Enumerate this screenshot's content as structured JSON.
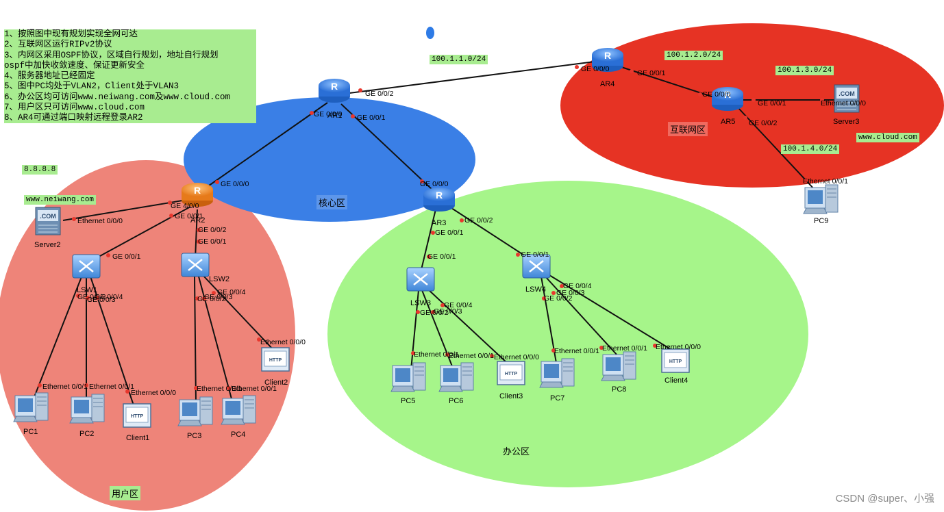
{
  "notes": [
    "1、按照图中现有规划实现全网可达",
    "2、互联网区运行RIPv2协议",
    "3、内网区采用OSPF协议，区域自行规划，地址自行规划",
    "ospf中加快收敛速度、保证更新安全",
    "4、服务器地址已经固定",
    "5、图中PC均处于VLAN2，Client处于VLAN3",
    "6、办公区均可访问www.neiwang.com及www.cloud.com",
    "7、用户区只可访问www.cloud.com",
    "8、AR4可通过端口映射远程登录AR2"
  ],
  "zones": {
    "core": "核心区",
    "internet": "互联网区",
    "office": "办公区",
    "user": "用户区"
  },
  "tags": {
    "net1": "100.1.1.0/24",
    "net2": "100.1.2.0/24",
    "net3": "100.1.3.0/24",
    "net4": "100.1.4.0/24",
    "cloud": "www.cloud.com",
    "dns": "8.8.8.8",
    "neiwang": "www.neiwang.com"
  },
  "devices": {
    "ar1": "AR1",
    "ar2": "AR2",
    "ar3": "AR3",
    "ar4": "AR4",
    "ar5": "AR5",
    "lsw1": "LSW1",
    "lsw2": "LSW2",
    "lsw3": "LSW3",
    "lsw4": "LSW4",
    "server2": "Server2",
    "server3": "Server3",
    "pc1": "PC1",
    "pc2": "PC2",
    "pc3": "PC3",
    "pc4": "PC4",
    "pc5": "PC5",
    "pc6": "PC6",
    "pc7": "PC7",
    "pc8": "PC8",
    "pc9": "PC9",
    "client1": "Client1",
    "client2": "Client2",
    "client3": "Client3",
    "client4": "Client4"
  },
  "ports": {
    "ar1_g002": "GE 0/0/2",
    "ar1_g000": "GE 0/0/0",
    "ar1_g001": "GE 0/0/1",
    "ar2_g000": "GE 0/0/0",
    "ar2_g040": "GE 4/0/0",
    "ar2_g001": "GE 0/0/1",
    "ar2_g002": "GE 0/0/2",
    "ar3_g000": "GE 0/0/0",
    "ar3_g001": "GE 0/0/1",
    "ar3_g002": "GE 0/0/2",
    "ar4_g000": "GE 0/0/0",
    "ar4_g001": "GE 0/0/1",
    "ar5_g000": "GE 0/0/0",
    "ar5_g001": "GE 0/0/1",
    "ar5_g002": "GE 0/0/2",
    "srv3_eth": "Ethernet 0/0/0",
    "pc9_eth": "Ethernet 0/0/1",
    "srv2_eth": "Ethernet 0/0/0",
    "lsw1_g001": "GE 0/0/1",
    "lsw1_g002": "GE 0/0/2",
    "lsw1_g003": "GE 0/0/3",
    "lsw1_g004": "GE 0/0/4",
    "lsw2_g001": "GE 0/0/1",
    "lsw2_g002": "GE 0/0/2",
    "lsw2_g003": "GE 0/0/3",
    "lsw2_g004": "GE 0/0/4",
    "lsw3_g001": "GE 0/0/1",
    "lsw3_g002": "GE 0/0/2",
    "lsw3_g003": "GE 0/0/3",
    "lsw3_g004": "GE 0/0/4",
    "lsw4_g001": "GE 0/0/1",
    "lsw4_g002": "GE 0/0/2",
    "lsw4_g003": "GE 0/0/3",
    "lsw4_g004": "GE 0/0/4",
    "pc1_eth": "Ethernet 0/0/1",
    "pc2_eth": "Ethernet 0/0/1",
    "client1_eth": "Ethernet 0/0/0",
    "pc3_eth": "Ethernet 0/0/1",
    "pc4_eth": "Ethernet 0/0/1",
    "client2_eth": "Ethernet 0/0/0",
    "pc5_eth": "Ethernet 0/0/1",
    "pc6_eth": "Ethernet 0/0/1",
    "client3_eth": "Ethernet 0/0/0",
    "pc7_eth": "Ethernet 0/0/1",
    "pc8_eth": "Ethernet 0/0/1",
    "client4_eth": "Ethernet 0/0/0"
  },
  "watermark": "CSDN @super、小强",
  "colors": {
    "core": "#3a7fe6",
    "internet": "#e63324",
    "office": "#a6f58a",
    "user": "#ee8479",
    "tag": "#a8ec90",
    "port_dot": "#e8382e"
  }
}
